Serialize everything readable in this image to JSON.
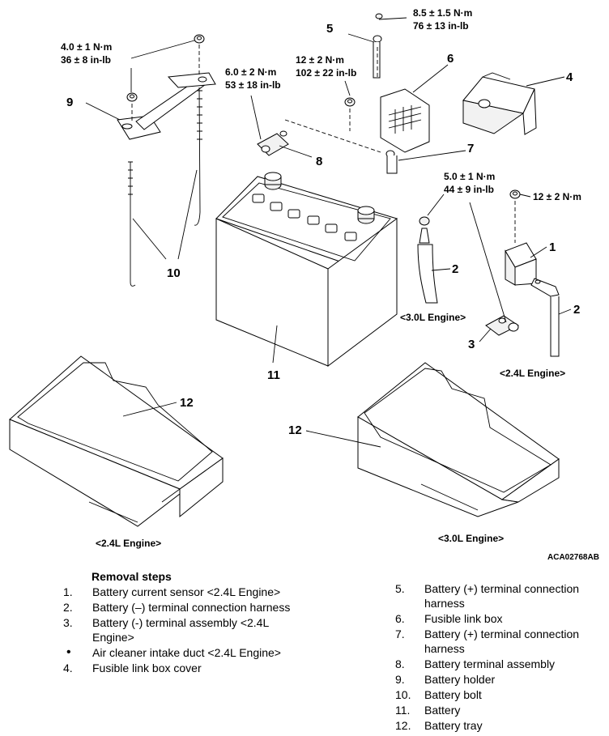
{
  "figure": {
    "torque_labels": {
      "t1_a": "4.0 ± 1 N·m",
      "t1_b": "36 ± 8 in-lb",
      "t2_a": "8.5 ± 1.5 N·m",
      "t2_b": "76 ± 13 in-lb",
      "t3_a": "6.0 ± 2 N·m",
      "t3_b": "53 ± 18 in-lb",
      "t4_a": "12 ± 2 N·m",
      "t4_b": "102 ± 22 in-lb",
      "t5_a": "5.0 ± 1 N·m",
      "t5_b": "44 ± 9 in-lb",
      "t6_a": "12 ± 2 N·m"
    },
    "callouts": {
      "c1": "1",
      "c2a": "2",
      "c2b": "2",
      "c3": "3",
      "c4": "4",
      "c5": "5",
      "c6": "6",
      "c7": "7",
      "c8": "8",
      "c9": "9",
      "c10": "10",
      "c11": "11",
      "c12a": "12",
      "c12b": "12"
    },
    "engine_labels": {
      "e30_cable": "<3.0L Engine>",
      "e24_cable": "<2.4L Engine>",
      "e24_tray": "<2.4L Engine>",
      "e30_tray": "<3.0L Engine>"
    },
    "figure_code": "ACA02768AB"
  },
  "steps": {
    "title": "Removal steps",
    "left": [
      {
        "n": "1.",
        "text": "Battery current sensor <2.4L Engine>"
      },
      {
        "n": "2.",
        "text": "Battery (–) terminal connection harness"
      },
      {
        "n": "3.",
        "text": "Battery (-) terminal assembly <2.4L Engine>"
      },
      {
        "n": "•",
        "text": "Air cleaner intake duct <2.4L Engine>"
      },
      {
        "n": "4.",
        "text": "Fusible link box cover"
      }
    ],
    "right": [
      {
        "n": "5.",
        "text": "Battery (+) terminal connection harness"
      },
      {
        "n": "6.",
        "text": "Fusible link box"
      },
      {
        "n": "7.",
        "text": "Battery (+) terminal connection harness"
      },
      {
        "n": "8.",
        "text": "Battery terminal assembly"
      },
      {
        "n": "9.",
        "text": "Battery holder"
      },
      {
        "n": "10.",
        "text": "Battery bolt"
      },
      {
        "n": "11.",
        "text": "Battery"
      },
      {
        "n": "12.",
        "text": "Battery tray"
      }
    ]
  }
}
